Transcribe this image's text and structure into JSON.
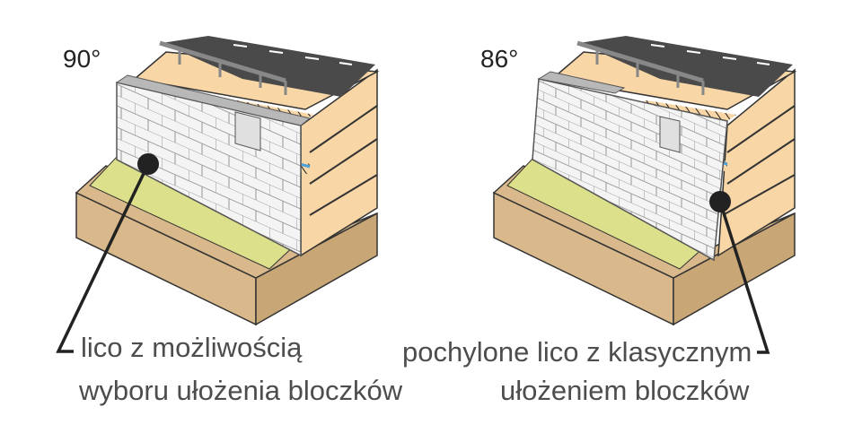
{
  "left": {
    "angle": "90°",
    "caption_line1": "lico z możliwością",
    "caption_line2": "wyboru ułożenia bloczków"
  },
  "right": {
    "angle": "86°",
    "caption_line1": "pochylone lico z klasycznym",
    "caption_line2": "ułożeniem bloczków"
  },
  "colors": {
    "soil": "#d9b98b",
    "grass": "#dde08a",
    "fill": "#f8d6a6",
    "road": "#4a4a4a",
    "wall": "#f2f2f2",
    "drain": "#4aa3d8",
    "text": "#4d4d4d"
  }
}
